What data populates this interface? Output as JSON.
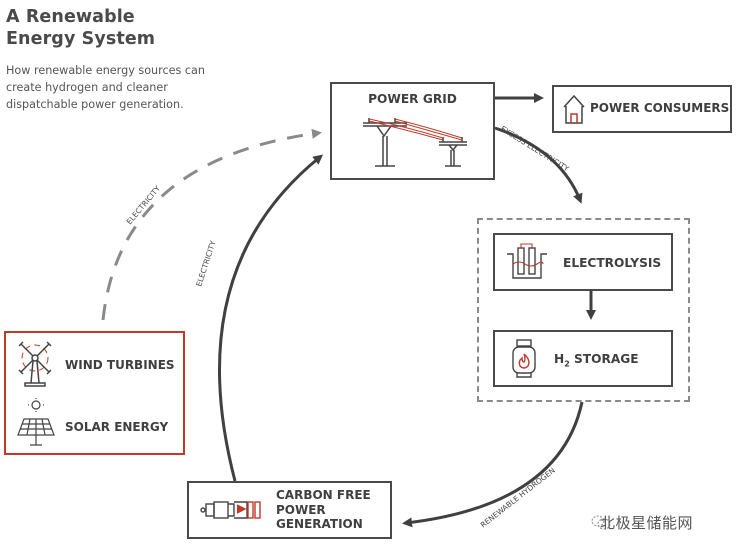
{
  "header": {
    "title_line1": "A Renewable",
    "title_line2": "Energy System",
    "subtitle": "How renewable energy sources can create hydrogen and cleaner dispatchable power generation."
  },
  "nodes": {
    "power_grid": {
      "label": "POWER GRID",
      "icon": "power-line-pylons-icon"
    },
    "power_consumers": {
      "label": "POWER CONSUMERS",
      "icon": "house-icon"
    },
    "electrolysis": {
      "label": "ELECTROLYSIS",
      "icon": "electrolyzer-icon"
    },
    "h2_storage": {
      "label_prefix": "H",
      "label_sub": "2",
      "label_suffix": " STORAGE",
      "icon": "gas-cylinder-flame-icon"
    },
    "sources": {
      "wind": {
        "label": "WIND TURBINES",
        "icon": "wind-turbine-icon"
      },
      "solar": {
        "label": "SOLAR ENERGY",
        "icon": "solar-panel-icon"
      }
    },
    "carbon_free": {
      "label": "CARBON FREE POWER GENERATION",
      "icon": "turbine-engine-icon"
    }
  },
  "edges": {
    "grid_to_consumers": "",
    "excess_electricity": "EXCESS ELECTRICITY",
    "electrolysis_to_storage": "",
    "renewable_hydrogen": "RENEWABLE HYDROGEN",
    "carbon_to_grid": "ELECTRICITY",
    "sources_to_grid": "ELECTRICITY"
  },
  "colors": {
    "box_border": "#4a4a4a",
    "accent_red": "#c0392b",
    "dashed_gray": "#8a8a8a"
  },
  "watermark": {
    "text": "北极星储能网",
    "icon": "wechat-logo-icon"
  }
}
